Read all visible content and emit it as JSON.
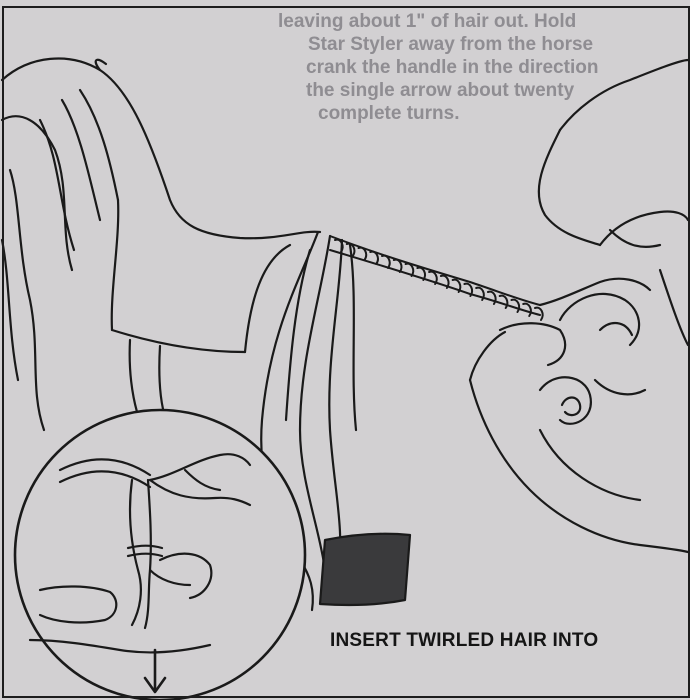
{
  "bleed_through_text": [
    "leaving about 1\" of hair out. Hold",
    "Star Styler away from the horse",
    "crank the handle in the direction",
    "the single arrow about twenty",
    "complete turns."
  ],
  "caption": "INSERT TWIRLED HAIR INTO",
  "colors": {
    "paper": "#d2d0d2",
    "ink": "#1a1a1a",
    "bleed_text": "#8f8d92"
  }
}
